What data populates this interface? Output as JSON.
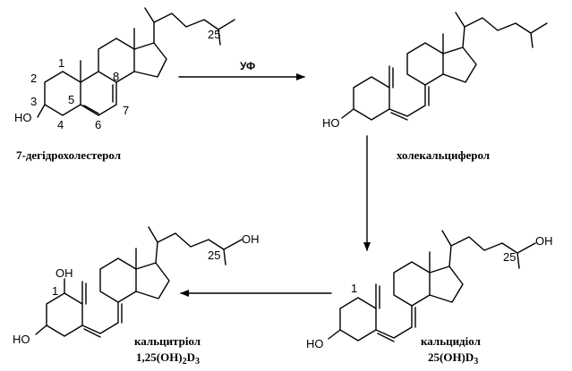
{
  "compounds": {
    "dehydrocholesterol": {
      "name": "7-дегідрохолестерол",
      "group_oh": "HO",
      "atom_numbers": [
        "1",
        "2",
        "3",
        "4",
        "5",
        "6",
        "7",
        "8",
        "25"
      ]
    },
    "cholecalciferol": {
      "name": "холекальциферол",
      "group_oh": "HO"
    },
    "calcidiol": {
      "name": "кальцидіол",
      "formula": "25(OH)D3",
      "group_oh": "HO",
      "group_oh_side": "OH",
      "atom_numbers": [
        "1",
        "25"
      ]
    },
    "calcitriol": {
      "name": "кальцитріол",
      "formula": "1,25(OH)2D3",
      "group_oh": "HO",
      "group_oh_top": "OH",
      "group_oh_side": "OH",
      "atom_numbers": [
        "1",
        "25"
      ]
    }
  },
  "reactions": {
    "uv_label": "УФ"
  }
}
